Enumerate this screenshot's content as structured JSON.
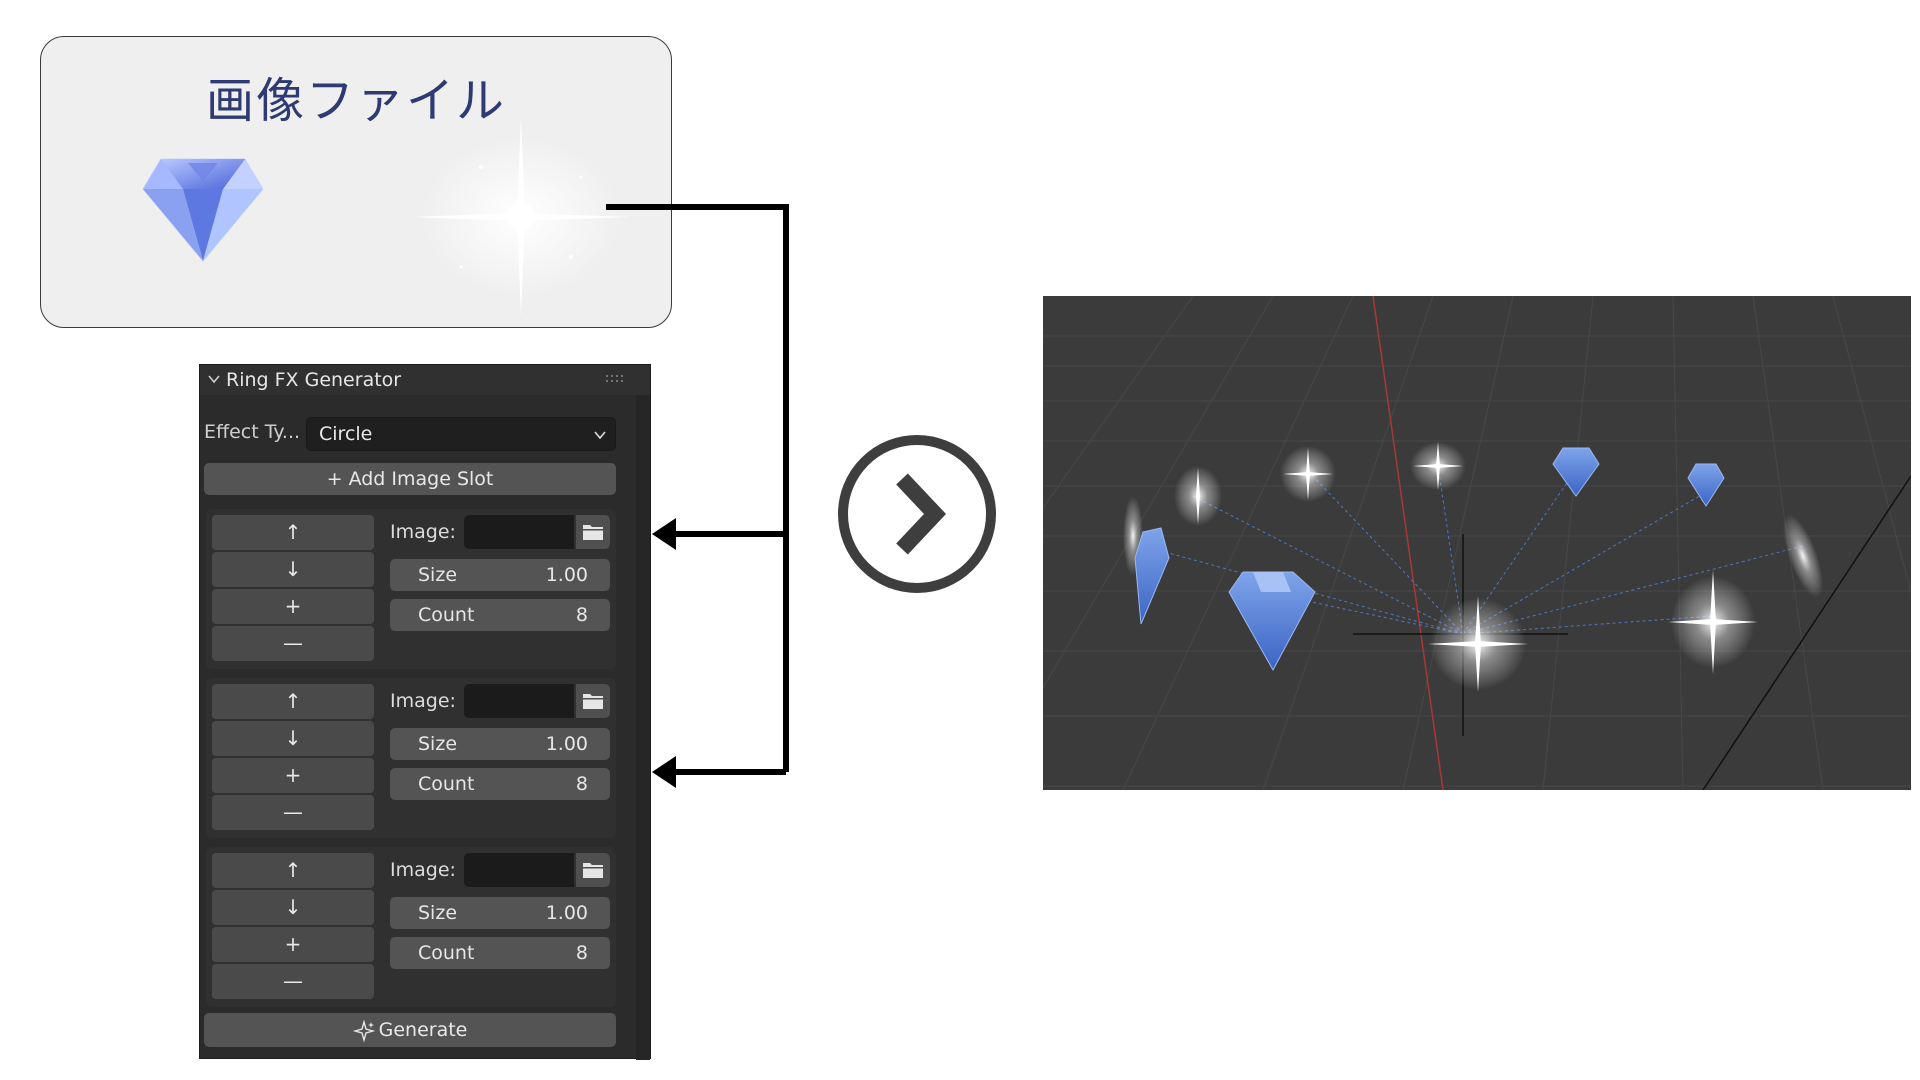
{
  "image_card": {
    "title": "画像ファイル",
    "thumbnails": [
      "gem-icon",
      "sparkle-icon"
    ]
  },
  "panel": {
    "title": "Ring FX Generator",
    "effect_type_label": "Effect Ty...",
    "effect_type_value": "Circle",
    "add_slot_label": "+ Add Image Slot",
    "generate_label": "Generate",
    "slot_buttons": [
      "↑",
      "↓",
      "+",
      "—"
    ],
    "slots": [
      {
        "image_label": "Image:",
        "size_label": "Size",
        "size_value": "1.00",
        "count_label": "Count",
        "count_value": "8"
      },
      {
        "image_label": "Image:",
        "size_label": "Size",
        "size_value": "1.00",
        "count_label": "Count",
        "count_value": "8"
      },
      {
        "image_label": "Image:",
        "size_label": "Size",
        "size_value": "1.00",
        "count_label": "Count",
        "count_value": "8"
      }
    ]
  },
  "icons": {
    "next": "chevron-right-circle-icon",
    "folder": "folder-icon",
    "generate": "sparkle-icon",
    "collapse": "chevron-down-icon"
  },
  "colors": {
    "panel_bg": "#2b2b2b",
    "button_bg": "#545454",
    "viewport_bg": "#3b3b3b",
    "gem_blue": "#5b7fd6",
    "title_navy": "#2d3a73"
  }
}
